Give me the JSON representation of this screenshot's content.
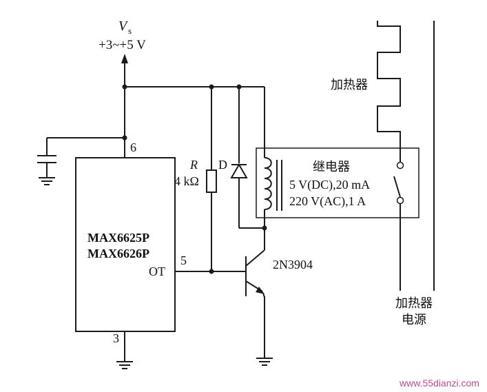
{
  "supply": {
    "symbol": "V",
    "subscript": "s",
    "range": "+3~+5 V"
  },
  "ic": {
    "part1": "MAX6625P",
    "part2": "MAX6626P",
    "pin_vcc": "6",
    "pin_ot_num": "5",
    "pin_ot_label": "OT",
    "pin_gnd": "3"
  },
  "resistor": {
    "ref": "R",
    "value": "4 kΩ"
  },
  "diode": {
    "ref": "D"
  },
  "transistor": {
    "part": "2N3904"
  },
  "relay": {
    "name": "继电器",
    "coil_rating": "5 V(DC),20 mA",
    "contact_rating": "220 V(AC),1 A"
  },
  "heater": {
    "label": "加热器",
    "power_label_line1": "加热器",
    "power_label_line2": "电源"
  },
  "watermark": "www.55dianzi.com"
}
